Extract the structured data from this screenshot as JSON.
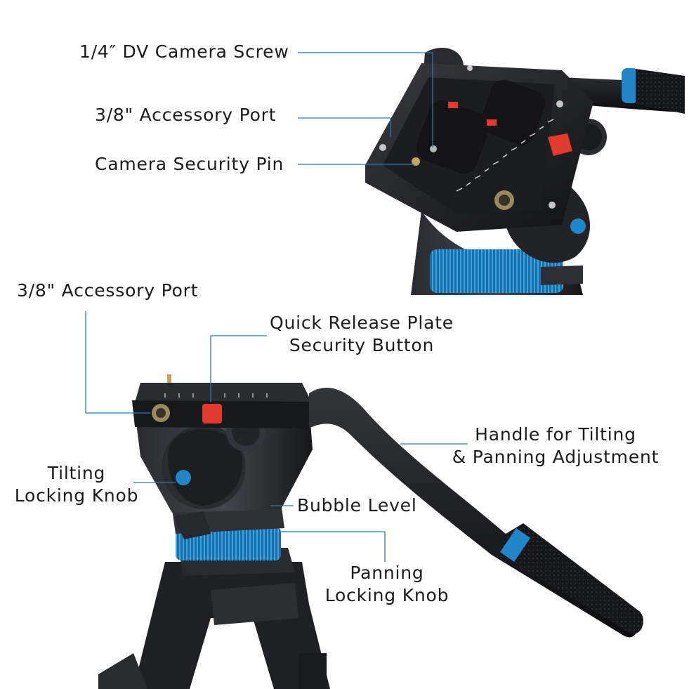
{
  "callouts": {
    "dv_screw": "1/4″  DV Camera Screw",
    "accessory_top": "3/8\" Accessory Port",
    "security_pin": "Camera Security Pin",
    "accessory_bottom": "3/8\" Accessory Port",
    "qr_button_1": "Quick Release Plate",
    "qr_button_2": "Security Button",
    "handle_1": "Handle for Tilting",
    "handle_2": "& Panning Adjustment",
    "tilt_1": "Tilting",
    "tilt_2": "Locking Knob",
    "bubble": "Bubble Level",
    "pan_1": "Panning",
    "pan_2": "Locking Knob"
  },
  "colors": {
    "leader_line": "#2b78b8",
    "accent_blue": "#1f86c9",
    "security_red": "#e23b2e",
    "body_black": "#1e1f22"
  },
  "icons": {
    "brand_logo": "blue-round-brand-badge"
  }
}
